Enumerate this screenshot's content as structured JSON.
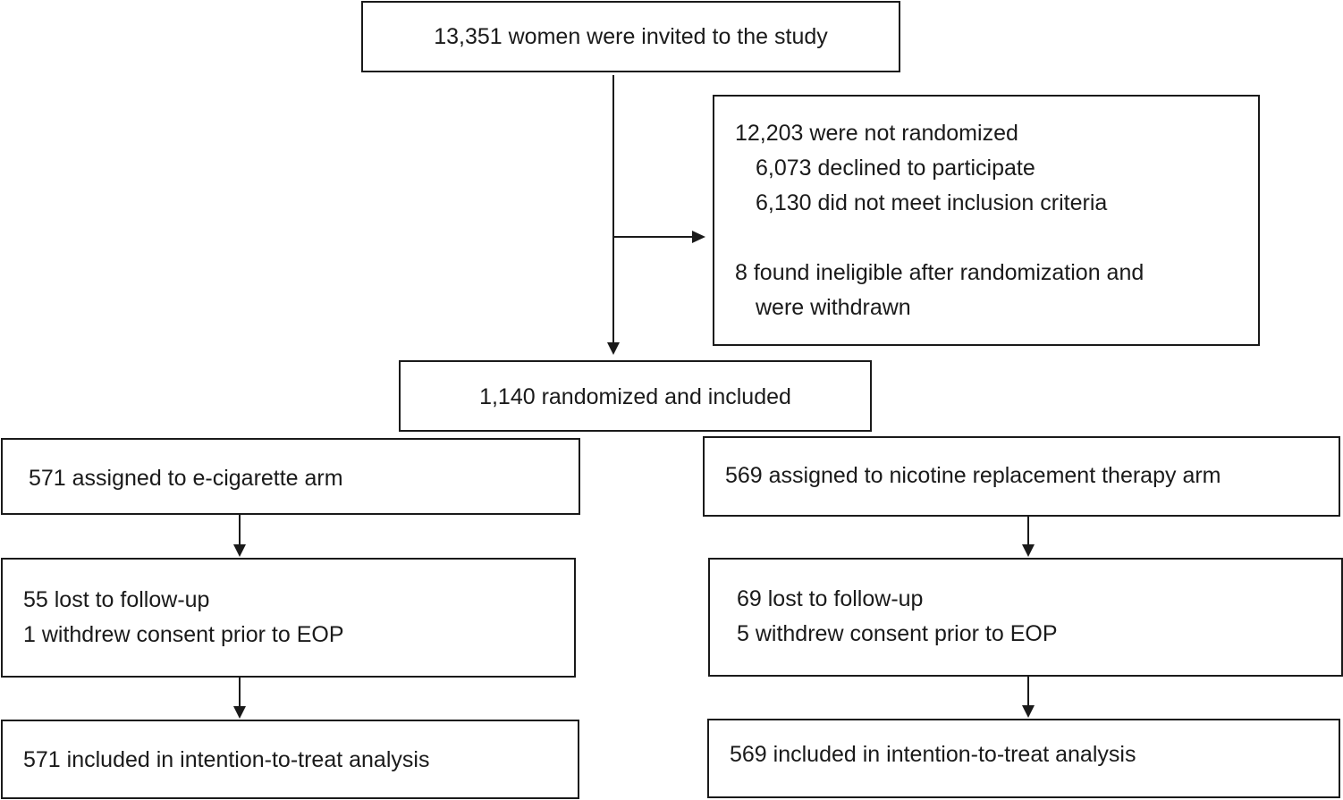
{
  "invited": {
    "text": "13,351 women were invited to the study"
  },
  "excluded": {
    "not_randomized": "12,203 were not randomized",
    "declined": "6,073 declined to participate",
    "not_eligible": "6,130 did not meet inclusion criteria",
    "ineligible_line1": "8 found ineligible after randomization and",
    "ineligible_line2": "were withdrawn"
  },
  "randomized": {
    "text": "1,140 randomized and included"
  },
  "arms": [
    {
      "assigned": "571 assigned to e-cigarette arm",
      "lost": "55 lost to follow-up",
      "withdrew": "1 withdrew consent prior to EOP",
      "analysis": "571 included in intention-to-treat analysis"
    },
    {
      "assigned": "569 assigned to nicotine replacement therapy arm",
      "lost": "69 lost to follow-up",
      "withdrew": "5 withdrew consent prior to EOP",
      "analysis": "569 included in intention-to-treat analysis"
    }
  ]
}
